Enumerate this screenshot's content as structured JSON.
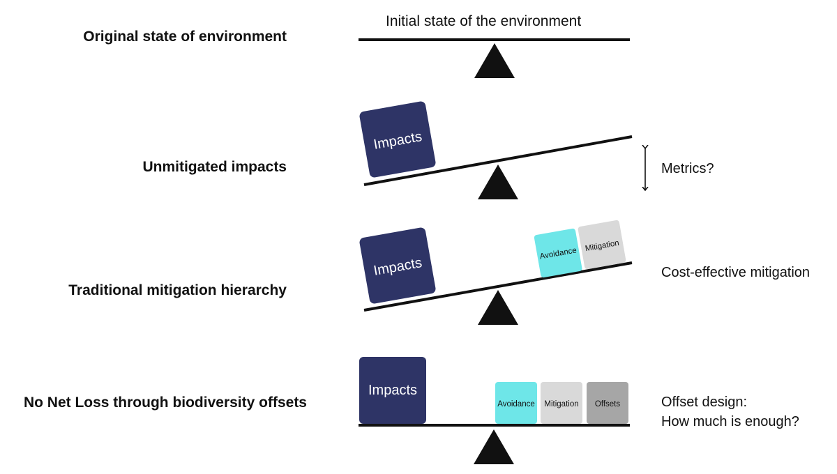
{
  "rows": [
    {
      "label": "Original state of environment",
      "caption": "Initial state of the environment"
    },
    {
      "label": "Unmitigated impacts",
      "note": "Metrics?"
    },
    {
      "label": "Traditional mitigation hierarchy",
      "note": "Cost-effective mitigation"
    },
    {
      "label": "No Net Loss through biodiversity offsets",
      "note_line1": "Offset design:",
      "note_line2": "How much is enough?"
    }
  ],
  "boxes": {
    "impacts": "Impacts",
    "avoidance": "Avoidance",
    "mitigation": "Mitigation",
    "offsets": "Offsets"
  },
  "colors": {
    "impacts": "#2e3466",
    "avoidance": "#6ee6e8",
    "mitigation": "#d9d9d9",
    "offsets": "#a6a6a6",
    "beam": "#111111"
  }
}
